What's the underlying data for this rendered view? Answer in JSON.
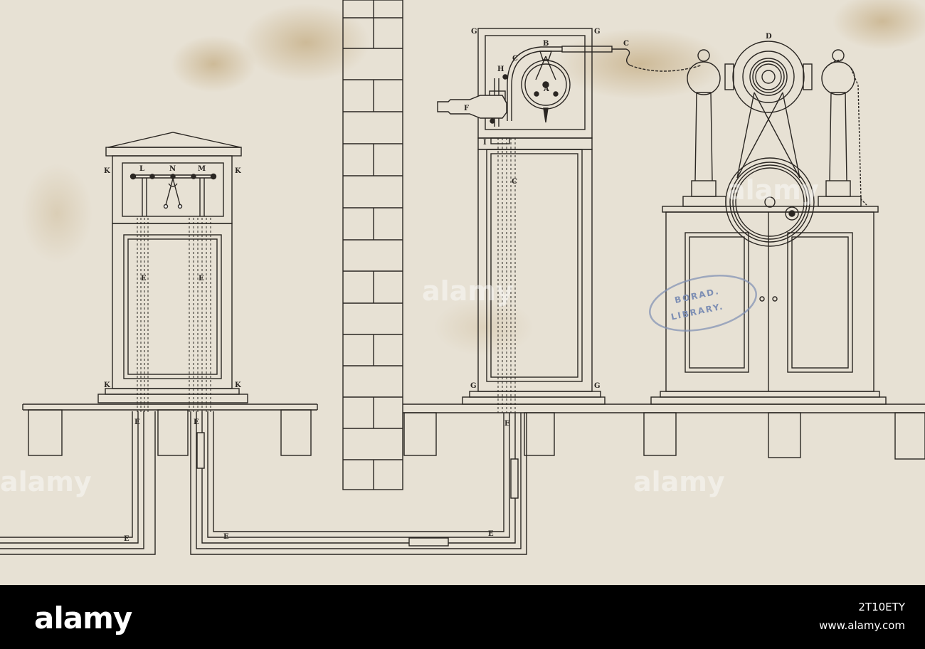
{
  "labels": {
    "left_cabinet": {
      "K": "K",
      "L": "L",
      "N": "N",
      "M": "M",
      "E": "E"
    },
    "middle_case": {
      "G": "G",
      "B": "B",
      "C": "C",
      "D": "D",
      "H": "H",
      "A": "A",
      "F": "F",
      "I": "I",
      "E": "E"
    }
  },
  "stamp": {
    "line1": "BORAD.",
    "line2": "LIBRARY."
  },
  "watermarks": {
    "brand": "alamy"
  },
  "footer": {
    "logo": "alamy",
    "image_id": "2T10ETY",
    "site": "www.alamy.com"
  },
  "colors": {
    "paper": "#e7e1d4",
    "ink": "#2a2622",
    "stamp": "#7e8fb4"
  }
}
